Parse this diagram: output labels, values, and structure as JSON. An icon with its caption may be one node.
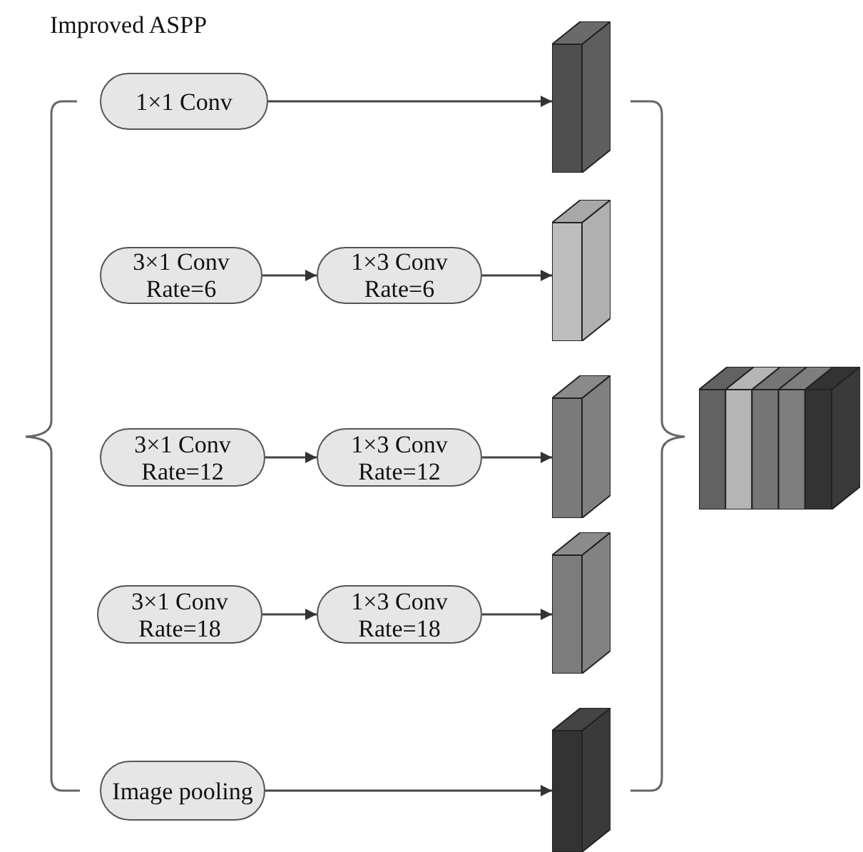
{
  "diagram": {
    "title": "Improved ASPP",
    "nodes": [
      {
        "text": [
          "1×1 Conv"
        ]
      },
      {
        "text": [
          "3×1 Conv Rate=6"
        ]
      },
      {
        "text": [
          "1×3 Conv Rate=6"
        ]
      },
      {
        "text": [
          "3×1 Conv Rate=12"
        ]
      },
      {
        "text": [
          "1×3 Conv Rate=12"
        ]
      },
      {
        "text": [
          "3×1 Conv Rate=18"
        ]
      },
      {
        "text": [
          "1×3 Conv Rate=18"
        ]
      },
      {
        "text": [
          "Image pooling"
        ]
      },
      {
        "text": [],
        "shape": "box"
      },
      {
        "text": [],
        "shape": "box"
      },
      {
        "text": [],
        "shape": "box"
      },
      {
        "text": [],
        "shape": "box"
      },
      {
        "text": [],
        "shape": "box"
      },
      {
        "text": [],
        "shape": "box"
      }
    ],
    "edges": [
      {
        "from": 0,
        "to": 8,
        "arrow": "to"
      },
      {
        "from": 1,
        "to": 2,
        "arrow": "to"
      },
      {
        "from": 2,
        "to": 9,
        "arrow": "to"
      },
      {
        "from": 3,
        "to": 4,
        "arrow": "to"
      },
      {
        "from": 4,
        "to": 10,
        "arrow": "to"
      },
      {
        "from": 5,
        "to": 6,
        "arrow": "to"
      },
      {
        "from": 6,
        "to": 11,
        "arrow": "to"
      },
      {
        "from": 7,
        "to": 12,
        "arrow": "to"
      }
    ]
  }
}
